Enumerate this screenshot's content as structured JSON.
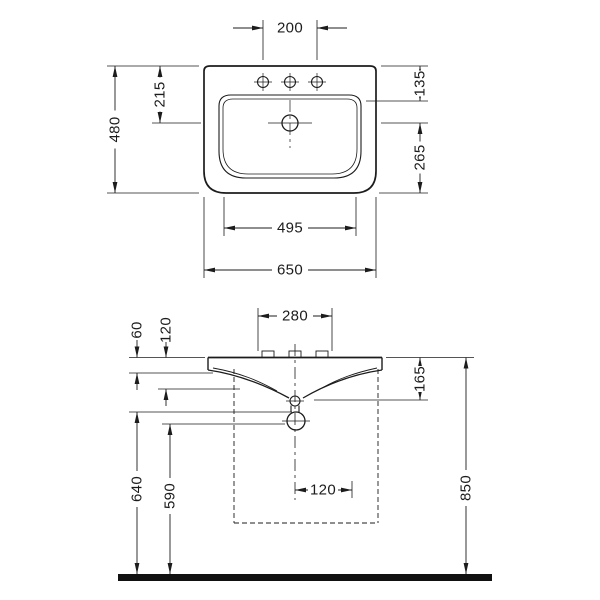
{
  "views": {
    "top": {
      "tap_spacing": "200",
      "depth": "480",
      "rear_to_drain": "215",
      "rear_to_bowl": "135",
      "drain_to_front": "265",
      "front_edge_width": "495",
      "width": "650"
    },
    "front": {
      "opening_width": "280",
      "edge_height": "60",
      "front_height": "120",
      "rim_to_outlet": "165",
      "underside_height": "640",
      "trap_height": "590",
      "outlet_offset": "120",
      "rim_height": "850"
    }
  },
  "colors": {
    "line": "#1c1c1c",
    "floor": "#111111",
    "background": "#ffffff"
  }
}
